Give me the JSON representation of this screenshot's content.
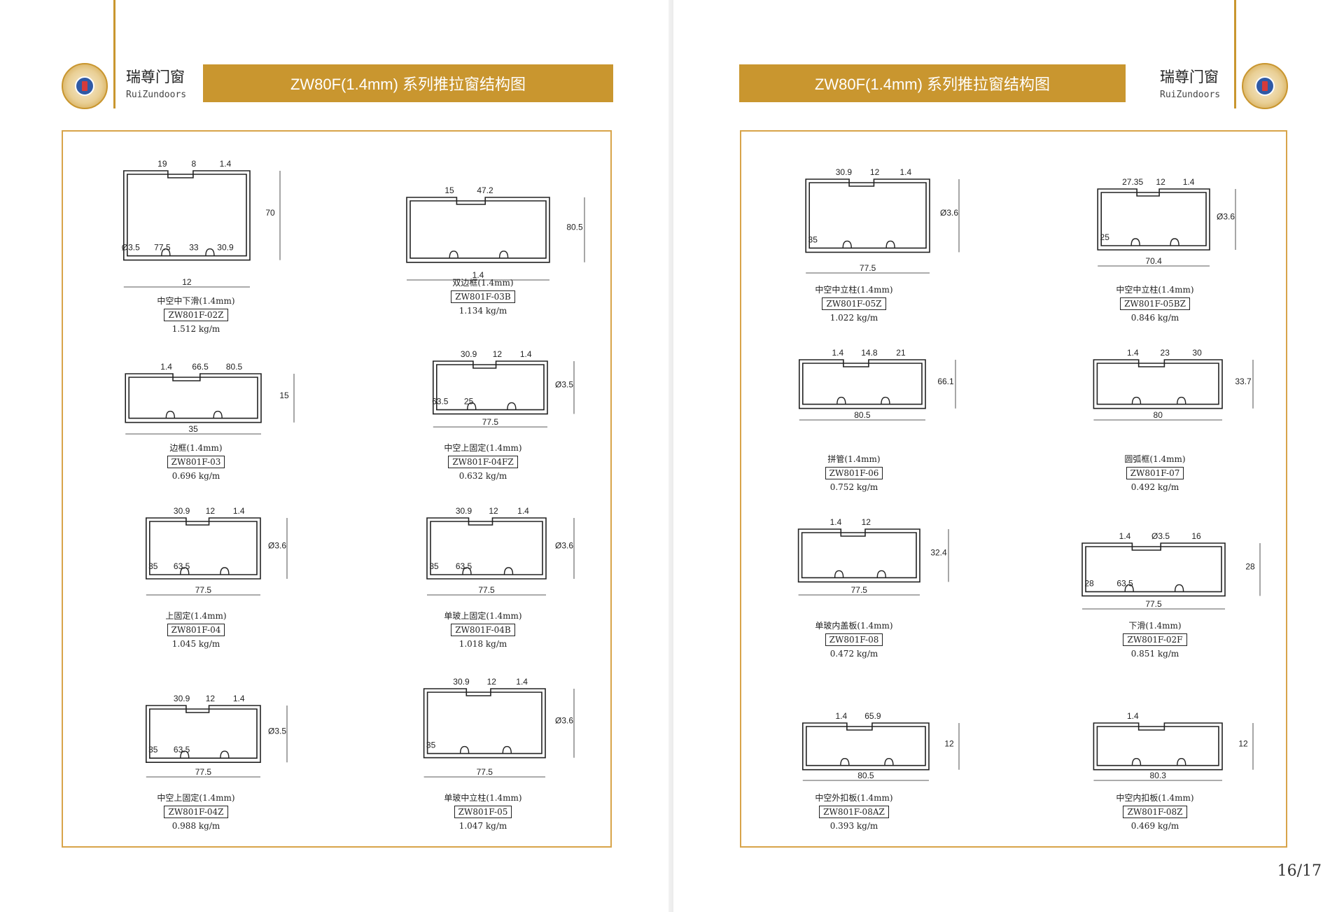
{
  "brand": {
    "name": "瑞尊门窗",
    "sub": "RuiZundoors"
  },
  "title": "ZW80F(1.4mm) 系列推拉窗结构图",
  "page_number": "16/17",
  "left_profiles": [
    {
      "name": "中空中下滑(1.4mm)",
      "code": "ZW801F-02Z",
      "weight": "1.512 kg/m",
      "dims": [
        "70",
        "19",
        "8",
        "1.4",
        "Ø3.5",
        "77.5",
        "33",
        "30.9",
        "12"
      ]
    },
    {
      "name": "双边框(1.4mm)",
      "code": "ZW801F-03B",
      "weight": "1.134 kg/m",
      "dims": [
        "80.5",
        "15",
        "47.2",
        "1.4"
      ]
    },
    {
      "name": "边框(1.4mm)",
      "code": "ZW801F-03",
      "weight": "0.696 kg/m",
      "dims": [
        "15",
        "1.4",
        "66.5",
        "80.5",
        "35"
      ]
    },
    {
      "name": "中空上固定(1.4mm)",
      "code": "ZW801F-04FZ",
      "weight": "0.632 kg/m",
      "dims": [
        "Ø3.5",
        "30.9",
        "12",
        "1.4",
        "63.5",
        "25",
        "77.5"
      ]
    },
    {
      "name": "上固定(1.4mm)",
      "code": "ZW801F-04",
      "weight": "1.045 kg/m",
      "dims": [
        "Ø3.6",
        "30.9",
        "12",
        "1.4",
        "35",
        "63.5",
        "77.5"
      ]
    },
    {
      "name": "单玻上固定(1.4mm)",
      "code": "ZW801F-04B",
      "weight": "1.018 kg/m",
      "dims": [
        "Ø3.6",
        "30.9",
        "12",
        "1.4",
        "35",
        "63.5",
        "77.5"
      ]
    },
    {
      "name": "中空上固定(1.4mm)",
      "code": "ZW801F-04Z",
      "weight": "0.988 kg/m",
      "dims": [
        "Ø3.5",
        "30.9",
        "12",
        "1.4",
        "35",
        "63.5",
        "77.5"
      ]
    },
    {
      "name": "单玻中立柱(1.4mm)",
      "code": "ZW801F-05",
      "weight": "1.047 kg/m",
      "dims": [
        "Ø3.6",
        "30.9",
        "12",
        "1.4",
        "35",
        "77.5"
      ]
    }
  ],
  "right_profiles": [
    {
      "name": "中空中立柱(1.4mm)",
      "code": "ZW801F-05Z",
      "weight": "1.022 kg/m",
      "dims": [
        "Ø3.6",
        "30.9",
        "12",
        "1.4",
        "35",
        "77.5"
      ]
    },
    {
      "name": "中空中立柱(1.4mm)",
      "code": "ZW801F-05BZ",
      "weight": "0.846 kg/m",
      "dims": [
        "Ø3.6",
        "27.35",
        "12",
        "1.4",
        "25",
        "70.4"
      ]
    },
    {
      "name": "拼管(1.4mm)",
      "code": "ZW801F-06",
      "weight": "0.752 kg/m",
      "dims": [
        "66.1",
        "1.4",
        "14.8",
        "21",
        "80.5"
      ]
    },
    {
      "name": "圆弧框(1.4mm)",
      "code": "ZW801F-07",
      "weight": "0.492 kg/m",
      "dims": [
        "33.7",
        "1.4",
        "23",
        "30",
        "80"
      ]
    },
    {
      "name": "单玻内盖板(1.4mm)",
      "code": "ZW801F-08",
      "weight": "0.472 kg/m",
      "dims": [
        "32.4",
        "1.4",
        "12",
        "77.5"
      ]
    },
    {
      "name": "下滑(1.4mm)",
      "code": "ZW801F-02F",
      "weight": "0.851 kg/m",
      "dims": [
        "28",
        "1.4",
        "Ø3.5",
        "16",
        "28",
        "63.5",
        "77.5"
      ]
    },
    {
      "name": "中空外扣板(1.4mm)",
      "code": "ZW801F-08AZ",
      "weight": "0.393 kg/m",
      "dims": [
        "12",
        "1.4",
        "65.9",
        "80.5"
      ]
    },
    {
      "name": "中空内扣板(1.4mm)",
      "code": "ZW801F-08Z",
      "weight": "0.469 kg/m",
      "dims": [
        "12",
        "1.4",
        "80.3"
      ]
    }
  ],
  "colors": {
    "gold": "#c9962f",
    "frame": "#d8a44a"
  }
}
